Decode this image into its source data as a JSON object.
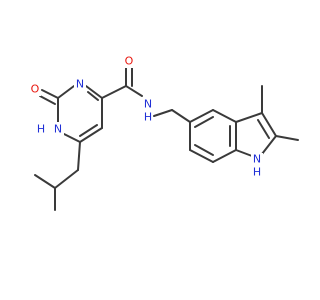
{
  "molecule": {
    "atom_labels": {
      "o_ring": "O",
      "n3": "N",
      "n1": "N",
      "h1": "H",
      "o_amide": "O",
      "n_amide": "N",
      "h_amide": "H",
      "n_indole": "N",
      "h_indole": "H"
    },
    "colors": {
      "bond": "#3a3a3a",
      "nitrogen": "#1f2fd6",
      "oxygen": "#e8170f"
    }
  }
}
